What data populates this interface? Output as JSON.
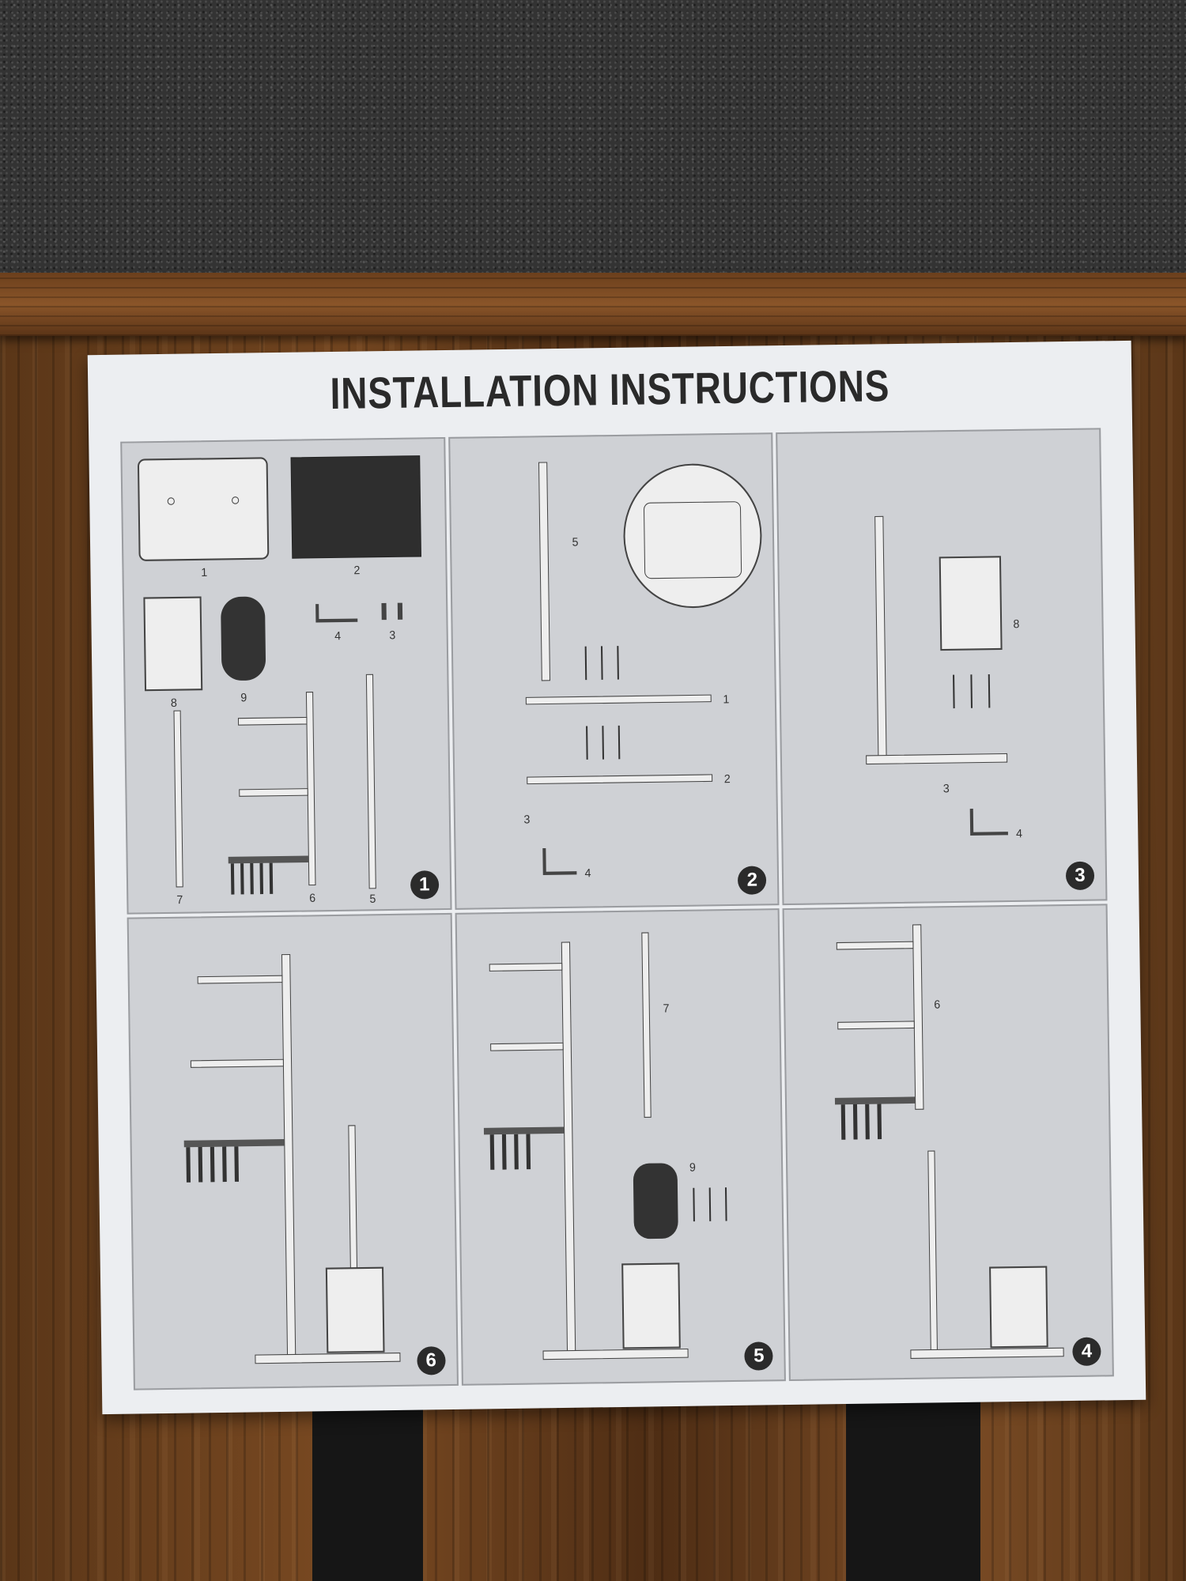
{
  "title": "INSTALLATION INSTRUCTIONS",
  "steps": [
    {
      "number": "1"
    },
    {
      "number": "2"
    },
    {
      "number": "3"
    },
    {
      "number": "6"
    },
    {
      "number": "5"
    },
    {
      "number": "4"
    }
  ],
  "part_labels": [
    "1",
    "2",
    "3",
    "4",
    "5",
    "6",
    "7",
    "8",
    "9"
  ]
}
